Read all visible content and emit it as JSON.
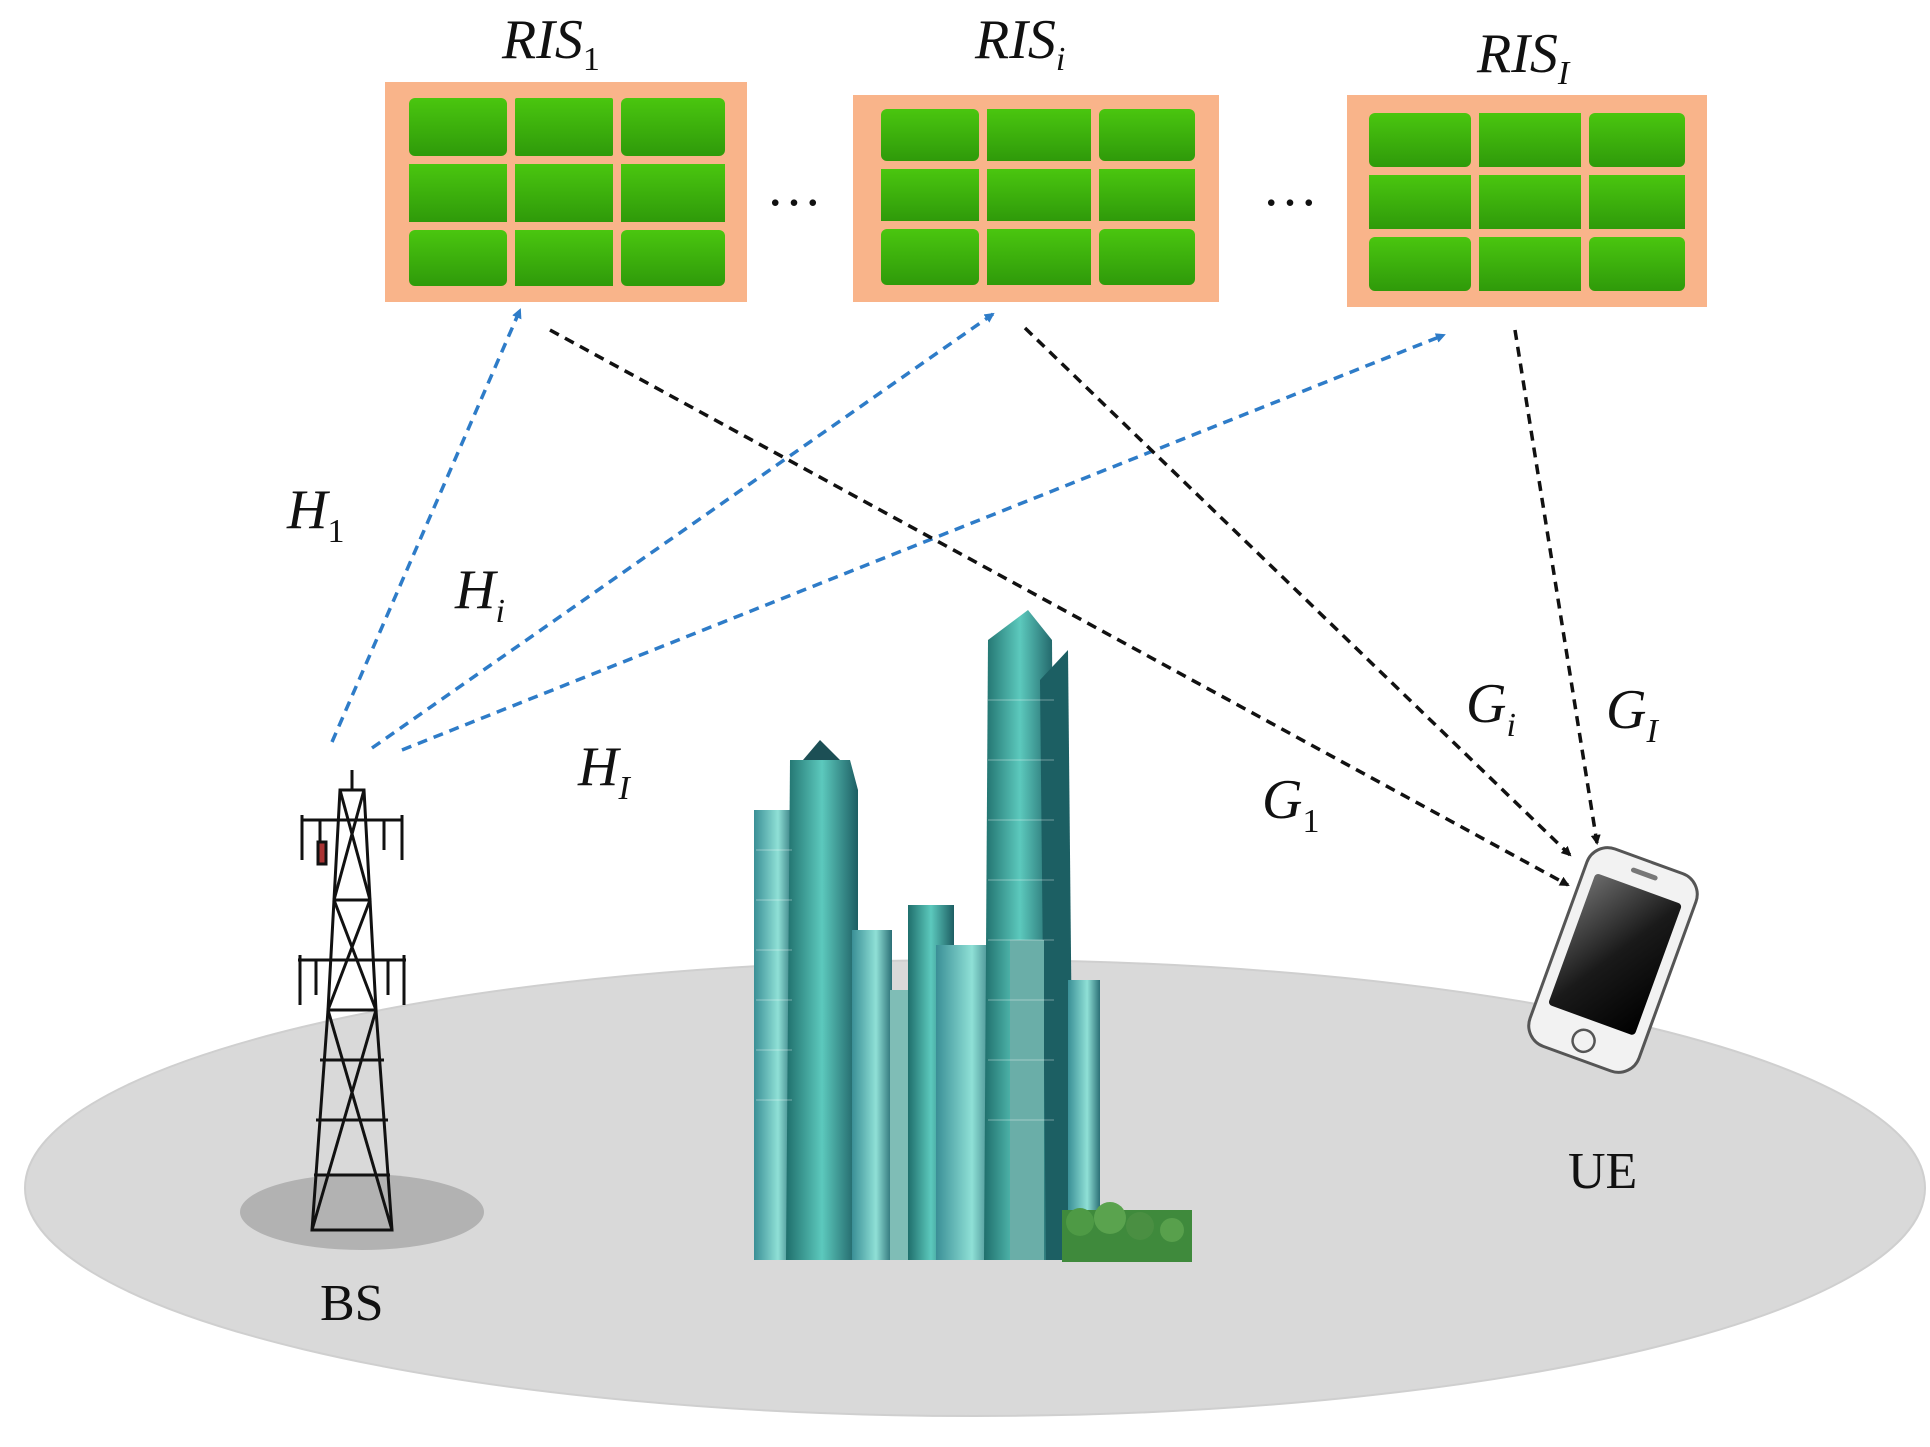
{
  "ris": [
    {
      "label": "RIS",
      "sub": "1"
    },
    {
      "label": "RIS",
      "sub": "i"
    },
    {
      "label": "RIS",
      "sub": "I"
    }
  ],
  "ellipsis": [
    "…",
    "…"
  ],
  "h_links": [
    {
      "label": "H",
      "sub": "1"
    },
    {
      "label": "H",
      "sub": "i"
    },
    {
      "label": "H",
      "sub": "I"
    }
  ],
  "g_links": [
    {
      "label": "G",
      "sub": "1"
    },
    {
      "label": "G",
      "sub": "i"
    },
    {
      "label": "G",
      "sub": "I"
    }
  ],
  "nodes": {
    "bs": "BS",
    "ue": "UE"
  },
  "colors": {
    "ris_frame": "#F9B48A",
    "ris_element": "#3DB50A",
    "h_link": "#2E7CC8",
    "g_link": "#111111",
    "ground": "#D9D9D9",
    "building": "#2FA69A"
  },
  "icons": {
    "ris": "ris-panel-icon",
    "bs": "cell-tower-icon",
    "ue": "smartphone-icon",
    "buildings": "city-buildings-icon"
  }
}
